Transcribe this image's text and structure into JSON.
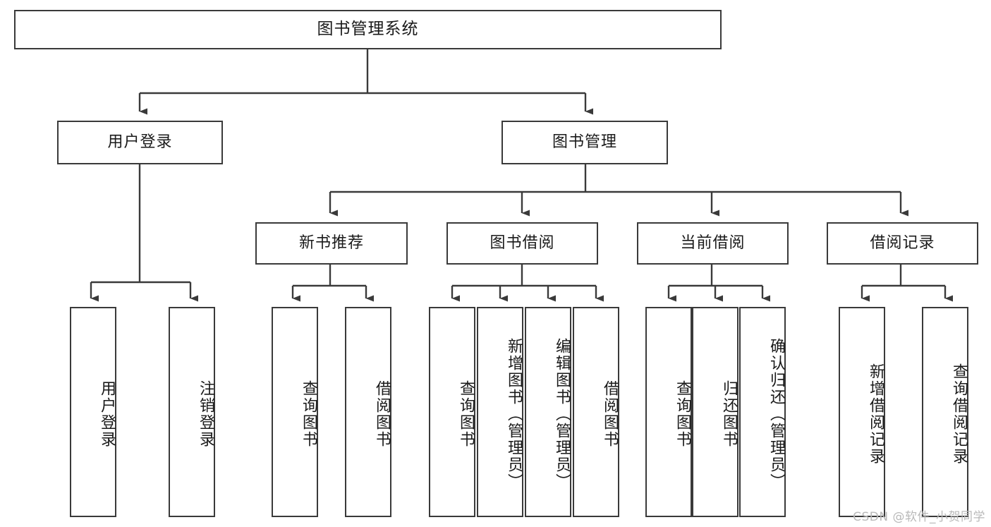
{
  "diagram": {
    "type": "tree-hierarchy",
    "title": "图书管理系统",
    "watermark": "CSDN @软件_小贺同学",
    "style": {
      "background": "#ffffff",
      "box_border": "#3a3a3a",
      "box_fill": "#ffffff",
      "text_color": "#1a1a1a",
      "connector_color": "#3a3a3a",
      "watermark_color": "#b9b9b9"
    },
    "levels": [
      {
        "level": 1,
        "nodes": [
          "图书管理系统"
        ]
      },
      {
        "level": 2,
        "nodes": [
          "用户登录",
          "图书管理"
        ]
      },
      {
        "level": 3,
        "nodes": [
          "新书推荐",
          "图书借阅",
          "当前借阅",
          "借阅记录"
        ]
      },
      {
        "level": 4,
        "nodes": [
          "用户登录",
          "注销登录",
          "查询图书",
          "借阅图书",
          "查询图书",
          "新增图书（管理员）",
          "编辑图书（管理员）",
          "借阅图书",
          "查询图书",
          "归还图书",
          "确认归还（管理员）",
          "新增借阅记录",
          "查询借阅记录"
        ]
      }
    ],
    "root": {
      "label": "图书管理系统"
    },
    "branches": [
      {
        "label": "用户登录",
        "children": [
          {
            "label": "用户登录"
          },
          {
            "label": "注销登录"
          }
        ]
      },
      {
        "label": "图书管理",
        "children": [
          {
            "label": "新书推荐",
            "children": [
              {
                "label": "查询图书"
              },
              {
                "label": "借阅图书"
              }
            ]
          },
          {
            "label": "图书借阅",
            "children": [
              {
                "label": "查询图书"
              },
              {
                "label": "新增图书（管理员）"
              },
              {
                "label": "编辑图书（管理员）"
              },
              {
                "label": "借阅图书"
              }
            ]
          },
          {
            "label": "当前借阅",
            "children": [
              {
                "label": "查询图书"
              },
              {
                "label": "归还图书"
              },
              {
                "label": "确认归还（管理员）"
              }
            ]
          },
          {
            "label": "借阅记录",
            "children": [
              {
                "label": "新增借阅记录"
              },
              {
                "label": "查询借阅记录"
              }
            ]
          }
        ]
      }
    ]
  }
}
